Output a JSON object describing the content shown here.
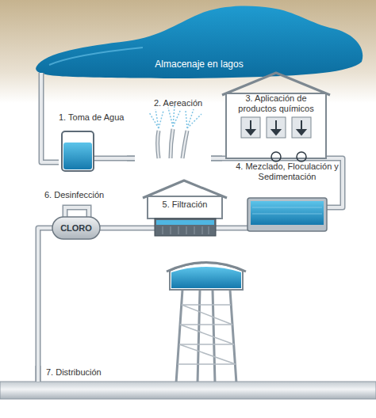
{
  "diagram": {
    "nodes": [
      {
        "text": [
          "Almacenaje en lagos"
        ]
      },
      {
        "text": [
          "1. Toma de Agua"
        ]
      },
      {
        "text": [
          "2. Aereación"
        ]
      },
      {
        "text": [
          "3. Aplicación de productos químicos"
        ]
      },
      {
        "text": [
          "4. Mezclado, Floculación y Sedimentación"
        ]
      },
      {
        "text": [
          "5. Filtración"
        ]
      },
      {
        "text": [
          "6. Desinfección",
          "CLORO"
        ]
      },
      {
        "text": [
          "7. Distribución"
        ]
      }
    ],
    "edges": [
      {
        "from": 0,
        "to": 1,
        "arrow": "none"
      },
      {
        "from": 1,
        "to": 2,
        "arrow": "none"
      },
      {
        "from": 2,
        "to": 3,
        "arrow": "none"
      },
      {
        "from": 3,
        "to": 4,
        "arrow": "none"
      },
      {
        "from": 4,
        "to": 5,
        "arrow": "none"
      },
      {
        "from": 5,
        "to": 6,
        "arrow": "none"
      },
      {
        "from": 6,
        "to": 7,
        "arrow": "none"
      }
    ]
  }
}
